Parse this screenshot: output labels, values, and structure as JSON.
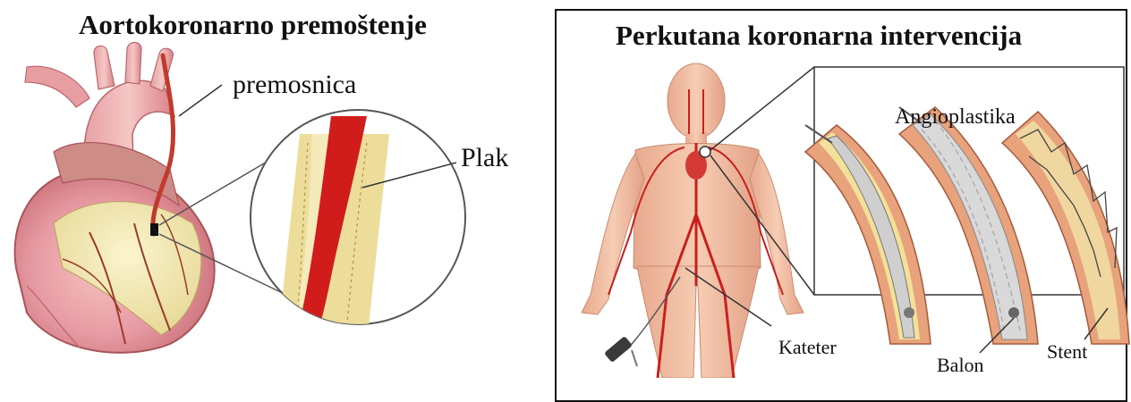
{
  "left": {
    "title": "Aortokoronarno premoštenje",
    "labels": {
      "bypass": "premosnica",
      "plaque": "Plak"
    }
  },
  "right": {
    "title": "Perkutana koronarna intervencija",
    "labels": {
      "angioplasty": "Angioplastika",
      "catheter": "Kateter",
      "balloon": "Balon",
      "stent": "Stent"
    }
  },
  "colors": {
    "artery_red": "#c8201e",
    "heart_pink": "#e79aa3",
    "fat_yellow": "#ece3b0",
    "vessel_wall": "#e8a27c",
    "skin": "#f3c3a6"
  }
}
